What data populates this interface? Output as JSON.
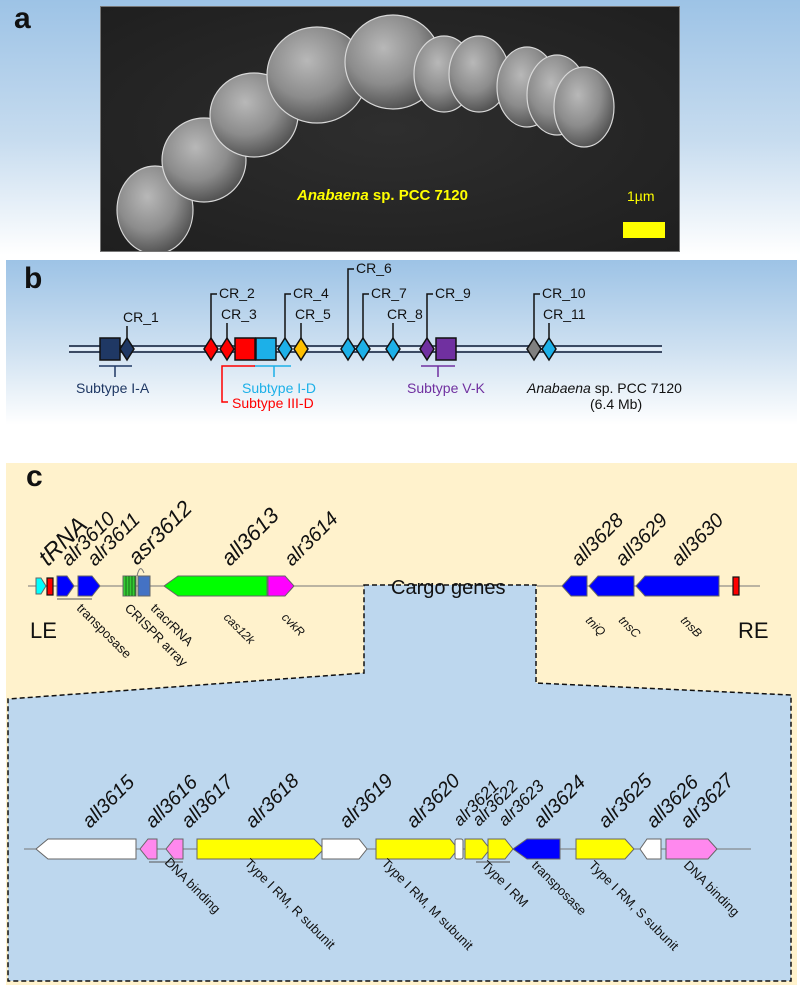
{
  "panels": {
    "a": {
      "letter": "a",
      "organism_italic": "Anabaena",
      "organism_rest": " sp. PCC 7120",
      "scale_bar_label": "1µm",
      "scale_bar_color": "#ffff00",
      "cell_count": 10
    },
    "b": {
      "letter": "b",
      "genome_italic": "Anabaena",
      "genome_rest": " sp. PCC 7120",
      "genome_size": "(6.4 Mb)",
      "crispr_loci": [
        {
          "label": "CR_1",
          "color": "#1f3864"
        },
        {
          "label": "CR_2",
          "color": "#ff0000"
        },
        {
          "label": "CR_3",
          "color": "#ff0000"
        },
        {
          "label": "CR_4",
          "color": "#1cb0e8"
        },
        {
          "label": "CR_5",
          "color": "#ffc000"
        },
        {
          "label": "CR_6",
          "color": "#1cb0e8"
        },
        {
          "label": "CR_7",
          "color": "#1cb0e8"
        },
        {
          "label": "CR_8",
          "color": "#1cb0e8"
        },
        {
          "label": "CR_9",
          "color": "#7030a0"
        },
        {
          "label": "CR_10",
          "color": "#808080"
        },
        {
          "label": "CR_11",
          "color": "#1cb0e8"
        }
      ],
      "subtypes": [
        {
          "label": "Subtype I-A",
          "color": "#1f3864"
        },
        {
          "label": "Subtype I-D",
          "color": "#1cb0e8"
        },
        {
          "label": "Subtype III-D",
          "color": "#ff0000"
        },
        {
          "label": "Subtype V-K",
          "color": "#7030a0"
        }
      ]
    },
    "c": {
      "letter": "c",
      "left_end": "LE",
      "right_end": "RE",
      "cargo_label": "Cargo genes",
      "top_genes": [
        {
          "id": "tRNA",
          "color": "#00ffff"
        },
        {
          "id": "alr3610",
          "color": "#0000ff"
        },
        {
          "id": "alr3611",
          "color": "#0000ff"
        },
        {
          "id": "asr3612",
          "color": "#4472c4"
        },
        {
          "id": "all3613",
          "color": "#00ff00"
        },
        {
          "id": "alr3614",
          "color": "#ff00ff"
        },
        {
          "id": "all3628",
          "color": "#0000ff"
        },
        {
          "id": "all3629",
          "color": "#0000ff"
        },
        {
          "id": "all3630",
          "color": "#0000ff"
        }
      ],
      "top_annotations": [
        "transposase",
        "CRISPR array",
        "tracrRNA",
        "cas12k",
        "cvkR",
        "tniQ",
        "tnsC",
        "tnsB"
      ],
      "cargo_genes": [
        {
          "id": "all3615",
          "color": "#ffffff"
        },
        {
          "id": "all3616",
          "color": "#ff88ee"
        },
        {
          "id": "all3617",
          "color": "#ff88ee"
        },
        {
          "id": "alr3618",
          "color": "#ffff00"
        },
        {
          "id": "alr3619",
          "color": "#ffffff"
        },
        {
          "id": "alr3620",
          "color": "#ffff00"
        },
        {
          "id": "alr3621",
          "color": "#ffffff"
        },
        {
          "id": "alr3622",
          "color": "#ffff00"
        },
        {
          "id": "alr3623",
          "color": "#ffff00"
        },
        {
          "id": "all3624",
          "color": "#0000ff"
        },
        {
          "id": "alr3625",
          "color": "#ffff00"
        },
        {
          "id": "all3626",
          "color": "#ffffff"
        },
        {
          "id": "alr3627",
          "color": "#ff88ee"
        }
      ],
      "cargo_annotations": [
        "DNA binding",
        "Type I RM, R subunit",
        "Type I RM, M subunit",
        "Type I RM",
        "transposase",
        "Type I RM, S subunit",
        "DNA binding"
      ]
    }
  }
}
